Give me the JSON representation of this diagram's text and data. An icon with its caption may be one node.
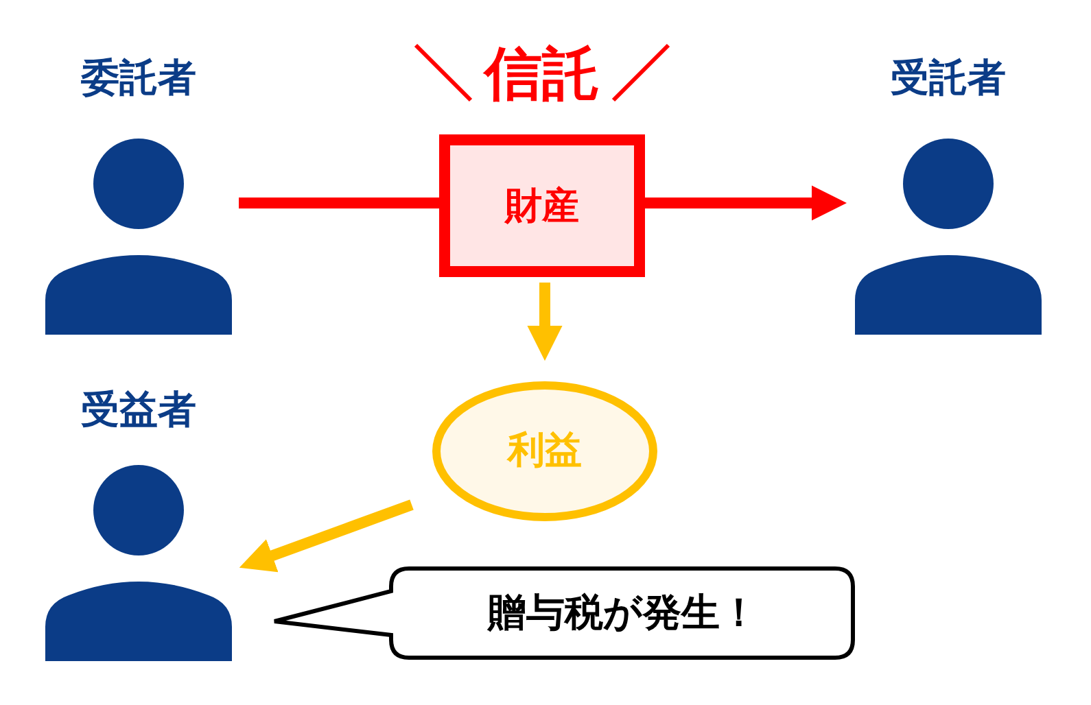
{
  "diagram": {
    "title": "信託",
    "nodes": [
      {
        "text": [
          "委託者"
        ]
      },
      {
        "text": [
          "受託者"
        ]
      },
      {
        "text": [
          "財産"
        ]
      },
      {
        "text": [
          "利益"
        ]
      },
      {
        "text": [
          "受益者"
        ]
      },
      {
        "text": [
          "贈与税が発生！"
        ]
      }
    ],
    "edges": [
      {
        "from": 0,
        "to": 2,
        "arrow": "none",
        "color": "#ff0000"
      },
      {
        "from": 2,
        "to": 1,
        "arrow": "to",
        "color": "#ff0000"
      },
      {
        "from": 2,
        "to": 3,
        "arrow": "to",
        "color": "#ffc000"
      },
      {
        "from": 3,
        "to": 4,
        "arrow": "to",
        "color": "#ffc000"
      }
    ]
  }
}
